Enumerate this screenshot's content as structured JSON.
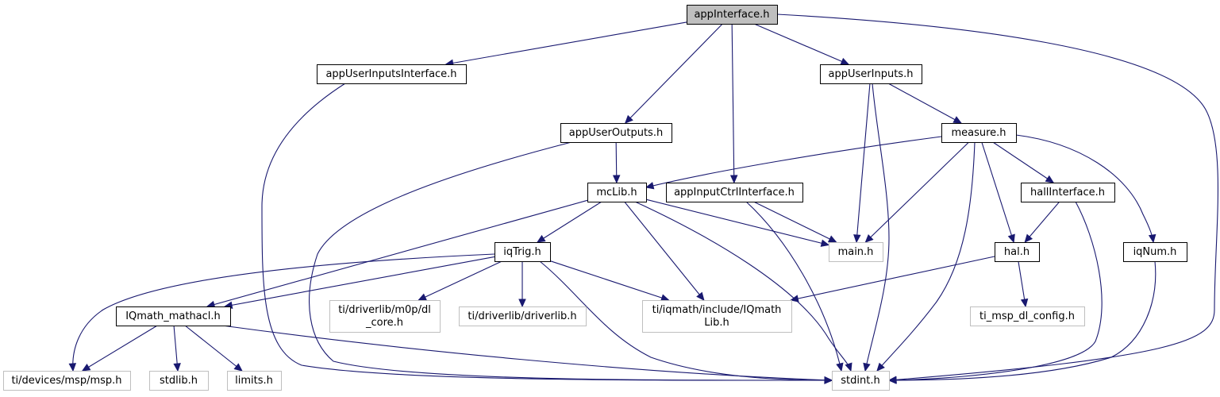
{
  "title": "",
  "edge_color": "#191970",
  "root_fill": "#bfbfbf",
  "external_border": "#bfbfbf",
  "nodes": [
    {
      "id": "appInterface",
      "lines": [
        "appInterface.h"
      ],
      "style": "root"
    },
    {
      "id": "appUserInputsInterface",
      "lines": [
        "appUserInputsInterface.h"
      ],
      "style": "normal"
    },
    {
      "id": "appUserInputs",
      "lines": [
        "appUserInputs.h"
      ],
      "style": "normal"
    },
    {
      "id": "appUserOutputs",
      "lines": [
        "appUserOutputs.h"
      ],
      "style": "normal"
    },
    {
      "id": "measure",
      "lines": [
        "measure.h"
      ],
      "style": "normal"
    },
    {
      "id": "mcLib",
      "lines": [
        "mcLib.h"
      ],
      "style": "normal"
    },
    {
      "id": "appInputCtrlInterface",
      "lines": [
        "appInputCtrlInterface.h"
      ],
      "style": "normal"
    },
    {
      "id": "hallInterface",
      "lines": [
        "hallInterface.h"
      ],
      "style": "normal"
    },
    {
      "id": "iqTrig",
      "lines": [
        "iqTrig.h"
      ],
      "style": "normal"
    },
    {
      "id": "main",
      "lines": [
        "main.h"
      ],
      "style": "external"
    },
    {
      "id": "hal",
      "lines": [
        "hal.h"
      ],
      "style": "normal"
    },
    {
      "id": "iqNum",
      "lines": [
        "iqNum.h"
      ],
      "style": "normal"
    },
    {
      "id": "IQmath_mathacl",
      "lines": [
        "IQmath_mathacl.h"
      ],
      "style": "normal"
    },
    {
      "id": "m0p_dl_core",
      "lines": [
        "ti/driverlib/m0p/dl",
        "_core.h"
      ],
      "style": "external"
    },
    {
      "id": "driverlib",
      "lines": [
        "ti/driverlib/driverlib.h"
      ],
      "style": "external"
    },
    {
      "id": "IQmathLib",
      "lines": [
        "ti/iqmath/include/IQmath",
        "Lib.h"
      ],
      "style": "external"
    },
    {
      "id": "ti_msp_dl_config",
      "lines": [
        "ti_msp_dl_config.h"
      ],
      "style": "external"
    },
    {
      "id": "msp",
      "lines": [
        "ti/devices/msp/msp.h"
      ],
      "style": "external"
    },
    {
      "id": "stdlib",
      "lines": [
        "stdlib.h"
      ],
      "style": "external"
    },
    {
      "id": "limits",
      "lines": [
        "limits.h"
      ],
      "style": "external"
    },
    {
      "id": "stdint",
      "lines": [
        "stdint.h"
      ],
      "style": "external"
    }
  ],
  "edges": [
    {
      "from": "appInterface",
      "to": "appUserInputsInterface"
    },
    {
      "from": "appInterface",
      "to": "appUserOutputs"
    },
    {
      "from": "appInterface",
      "to": "appInputCtrlInterface"
    },
    {
      "from": "appInterface",
      "to": "appUserInputs"
    },
    {
      "from": "appInterface",
      "to": "stdint"
    },
    {
      "from": "appUserInputsInterface",
      "to": "stdint"
    },
    {
      "from": "appUserInputs",
      "to": "measure"
    },
    {
      "from": "appUserInputs",
      "to": "main"
    },
    {
      "from": "appUserInputs",
      "to": "stdint"
    },
    {
      "from": "appUserOutputs",
      "to": "mcLib"
    },
    {
      "from": "appUserOutputs",
      "to": "stdint"
    },
    {
      "from": "measure",
      "to": "mcLib"
    },
    {
      "from": "measure",
      "to": "main"
    },
    {
      "from": "measure",
      "to": "stdint"
    },
    {
      "from": "measure",
      "to": "hal"
    },
    {
      "from": "measure",
      "to": "hallInterface"
    },
    {
      "from": "measure",
      "to": "iqNum"
    },
    {
      "from": "mcLib",
      "to": "iqTrig"
    },
    {
      "from": "mcLib",
      "to": "IQmath_mathacl"
    },
    {
      "from": "mcLib",
      "to": "IQmathLib"
    },
    {
      "from": "mcLib",
      "to": "main"
    },
    {
      "from": "mcLib",
      "to": "stdint"
    },
    {
      "from": "appInputCtrlInterface",
      "to": "main"
    },
    {
      "from": "appInputCtrlInterface",
      "to": "stdint"
    },
    {
      "from": "hallInterface",
      "to": "hal"
    },
    {
      "from": "hallInterface",
      "to": "stdint"
    },
    {
      "from": "iqTrig",
      "to": "msp"
    },
    {
      "from": "iqTrig",
      "to": "IQmath_mathacl"
    },
    {
      "from": "iqTrig",
      "to": "m0p_dl_core"
    },
    {
      "from": "iqTrig",
      "to": "driverlib"
    },
    {
      "from": "iqTrig",
      "to": "IQmathLib"
    },
    {
      "from": "iqTrig",
      "to": "stdint"
    },
    {
      "from": "hal",
      "to": "IQmathLib"
    },
    {
      "from": "hal",
      "to": "ti_msp_dl_config"
    },
    {
      "from": "iqNum",
      "to": "stdint"
    },
    {
      "from": "IQmath_mathacl",
      "to": "msp"
    },
    {
      "from": "IQmath_mathacl",
      "to": "stdlib"
    },
    {
      "from": "IQmath_mathacl",
      "to": "limits"
    },
    {
      "from": "IQmath_mathacl",
      "to": "stdint"
    }
  ]
}
